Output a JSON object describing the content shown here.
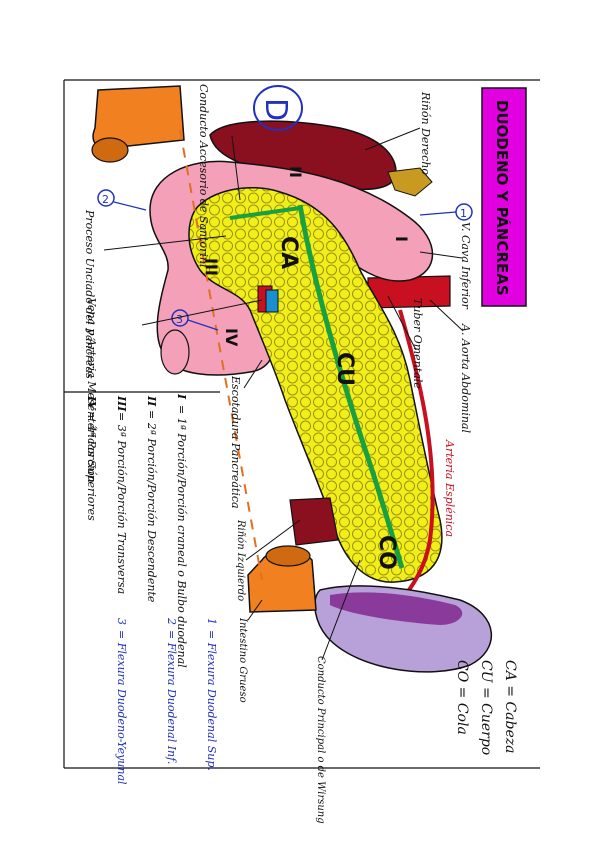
{
  "title": "DUODENO Y PÁNCREAS",
  "colors": {
    "title_bg": "#e000e0",
    "duodenum": "#f4a0b8",
    "pancreas": "#f2ee1a",
    "duct": "#1aa040",
    "kidney": "#8a1020",
    "vena_cava": "#1a8fd0",
    "aorta": "#c81020",
    "spleen": "#b8a0d8",
    "orange": "#f08020",
    "blue_note": "#2030c0"
  },
  "regions": {
    "ca": "CA",
    "cu": "CU",
    "co": "CO",
    "d": "D"
  },
  "duodenum_parts": {
    "p1": "I",
    "p2": "II",
    "p3": "III",
    "p4": "IV"
  },
  "labels": {
    "rinon_derecho": "Riñón Derecho",
    "conducto_accesorio": "Conducto Accesorio de Santorini",
    "proceso_unciado": "Proceso Unciado del Páncreas",
    "vena_arteria_mesentericas": "Vena y Arteria Mesentéricas Superiores",
    "escotadura_pancreatica": "Escotadura Pancreática",
    "vena_cava": "V. Cava Inferior",
    "aorta": "A. Aorta Abdominal",
    "tuber_omentale": "Tuber Omentale",
    "arteria_esplenica": "Arteria Esplénica",
    "rinon_izquierdo": "Riñón Izquierdo",
    "intestino_grueso": "Intestino Grueso",
    "conducto_principal": "Conducto Principal o de Wirsung"
  },
  "markers": {
    "m1": "1",
    "m2": "2",
    "m3": "3"
  },
  "legend_parts": [
    {
      "num": "I",
      "text": "= 1ª Porción/Porción craneal o Bulbo duodenal"
    },
    {
      "num": "II",
      "text": "= 2ª Porción/Porción Descendente"
    },
    {
      "num": "III",
      "text": "= 3ª Porción/Porción Transversa"
    },
    {
      "num": "IV",
      "text": "= 4ª Porción"
    }
  ],
  "legend_flexures": [
    {
      "num": "1",
      "text": "= Flexura Duodenal Sup."
    },
    {
      "num": "2",
      "text": "= Flexura Duodenal Inf."
    },
    {
      "num": "3",
      "text": "= Flexura Duodeno-Yeyunal"
    }
  ],
  "legend_regions": [
    {
      "text": "CA = Cabeza"
    },
    {
      "text": "CU = Cuerpo"
    },
    {
      "text": "CO = Cola"
    }
  ]
}
